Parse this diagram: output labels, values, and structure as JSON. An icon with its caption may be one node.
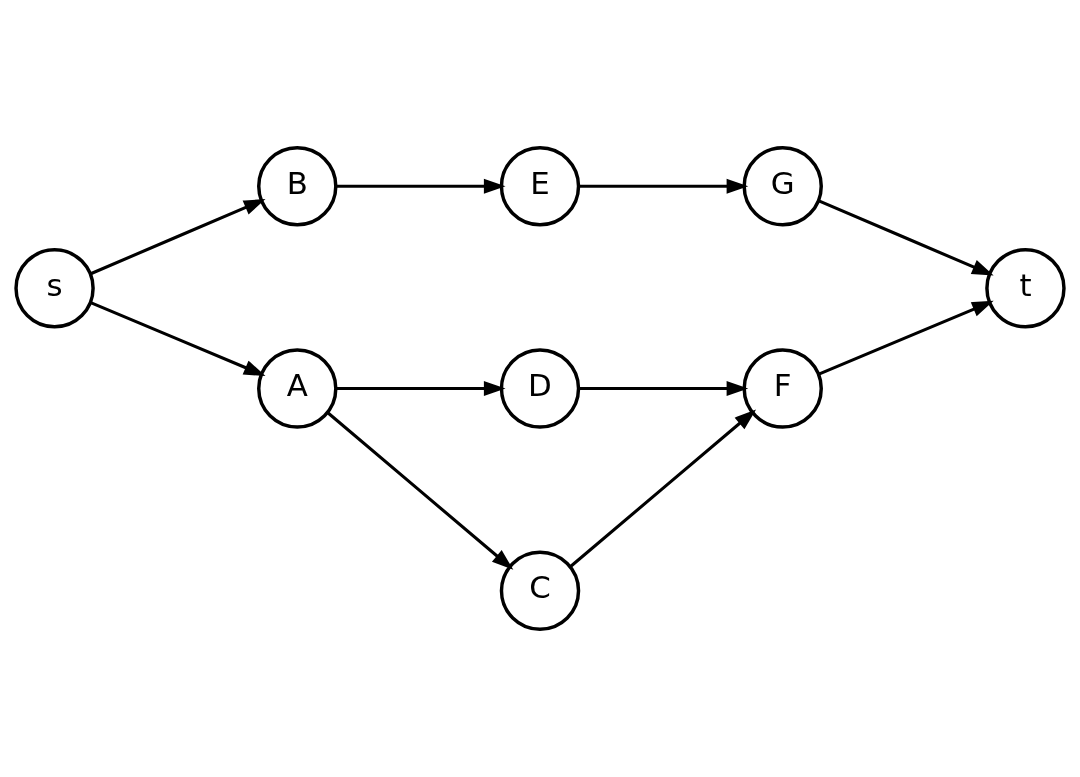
{
  "diagram": {
    "nodes": [
      {
        "text": [
          "s"
        ]
      },
      {
        "text": [
          "B"
        ]
      },
      {
        "text": [
          "A"
        ]
      },
      {
        "text": [
          "D"
        ]
      },
      {
        "text": [
          "E"
        ]
      },
      {
        "text": [
          "C"
        ]
      },
      {
        "text": [
          "F"
        ]
      },
      {
        "text": [
          "G"
        ]
      },
      {
        "text": [
          "t"
        ]
      }
    ],
    "edges": [
      {
        "from": 0,
        "to": 1,
        "arrow": "to"
      },
      {
        "from": 0,
        "to": 2,
        "arrow": "to"
      },
      {
        "from": 1,
        "to": 4,
        "arrow": "to"
      },
      {
        "from": 2,
        "to": 3,
        "arrow": "to"
      },
      {
        "from": 2,
        "to": 5,
        "arrow": "to"
      },
      {
        "from": 3,
        "to": 6,
        "arrow": "to"
      },
      {
        "from": 4,
        "to": 7,
        "arrow": "to"
      },
      {
        "from": 5,
        "to": 6,
        "arrow": "to"
      },
      {
        "from": 6,
        "to": 8,
        "arrow": "to"
      },
      {
        "from": 7,
        "to": 8,
        "arrow": "to"
      }
    ]
  }
}
